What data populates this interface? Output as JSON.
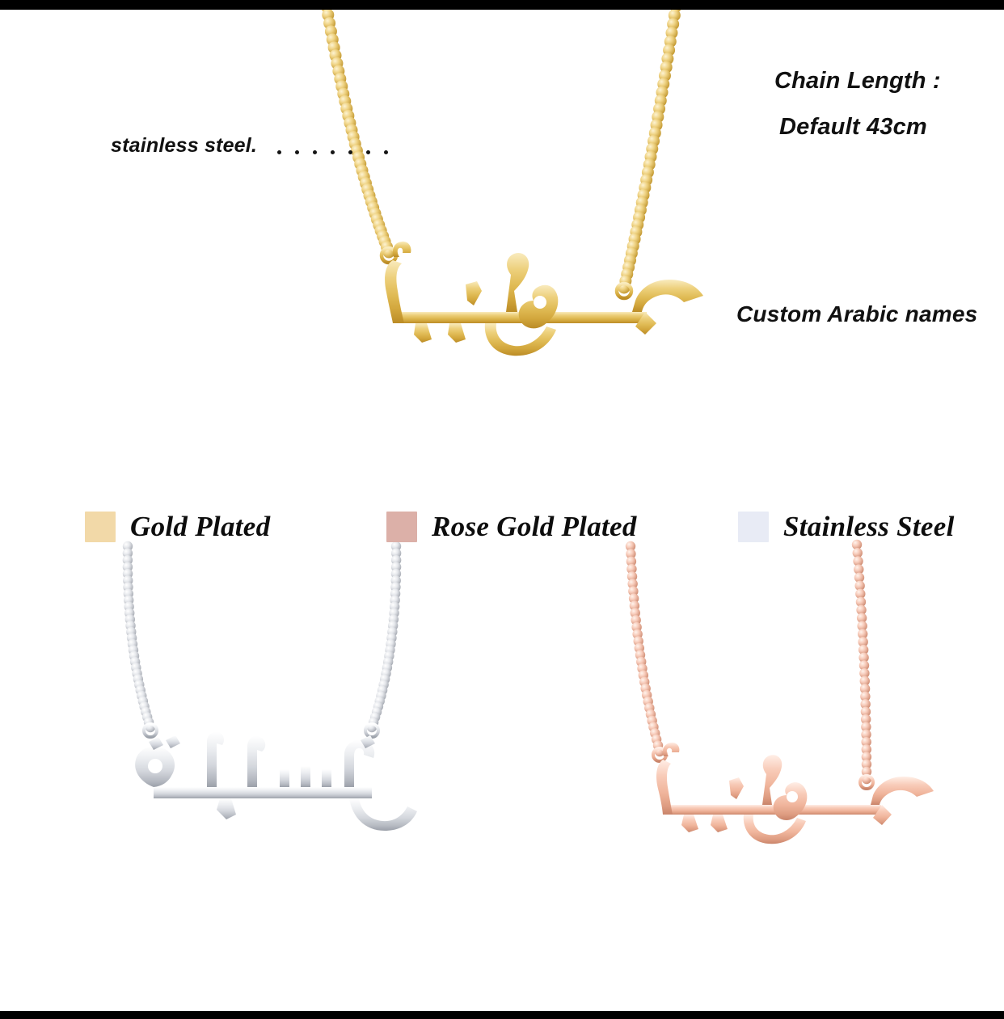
{
  "image": {
    "type": "product-detail-photo",
    "subject": "Personalized custom Arabic name necklace",
    "background_color": "#ffffff",
    "letterbox_color": "#000000"
  },
  "annotations": {
    "chain_length_line1": "Chain Length :",
    "chain_length_line2": "Default 43cm",
    "material": "stainless steel.",
    "customization": "Custom Arabic names",
    "leader_dot_color": "#141414",
    "leader_dots_material": 7,
    "leader_dots_chain": 7,
    "leader_dots_custom": 6
  },
  "legend": {
    "items": [
      {
        "label": "Gold Plated",
        "swatch_hex": "#f2d9a8",
        "metal_light": "#f7e6b4",
        "metal_mid": "#e3bf61",
        "metal_dark": "#c8992f",
        "chain_bead": "#e9cb77"
      },
      {
        "label": "Rose Gold Plated",
        "swatch_hex": "#dcb0a8",
        "metal_light": "#fbded2",
        "metal_mid": "#f0b39b",
        "metal_dark": "#d18f76",
        "chain_bead": "#f5c3b0"
      },
      {
        "label": "Stainless Steel",
        "swatch_hex": "#e8ebf5",
        "metal_light": "#ffffff",
        "metal_mid": "#d8dadf",
        "metal_dark": "#a8acb4",
        "chain_bead": "#e2e4e9"
      }
    ]
  },
  "necklaces": [
    {
      "id": "hero-gold",
      "finish": "Gold Plated",
      "pendant_name_arabic": "جودي",
      "pendant_romanized": "Judy",
      "chain_style": "ball-bead-chain",
      "position": "top"
    },
    {
      "id": "variant-steel",
      "finish": "Stainless Steel",
      "pendant_name_arabic": "رسيلة",
      "pendant_romanized": "Raseela",
      "chain_style": "ball-bead-chain",
      "position": "bottom-left"
    },
    {
      "id": "variant-rose",
      "finish": "Rose Gold Plated",
      "pendant_name_arabic": "جودي",
      "pendant_romanized": "Judy",
      "chain_style": "ball-bead-chain",
      "position": "bottom-right"
    }
  ]
}
